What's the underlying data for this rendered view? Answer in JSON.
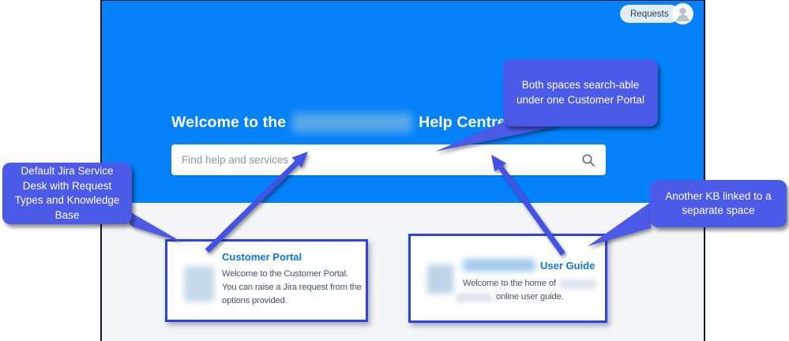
{
  "header": {
    "requests_button": "Requests",
    "welcome_prefix": "Welcome to the",
    "welcome_suffix": "Help Centre",
    "search_placeholder": "Find help and services"
  },
  "cards": {
    "customer_portal": {
      "title": "Customer Portal",
      "description": "Welcome to the Customer Portal.\nYou can raise a Jira request from the\noptions provided."
    },
    "user_guide": {
      "title": "User Guide",
      "description_line1": "Welcome to the home of",
      "description_line2": "online user guide."
    }
  },
  "annotations": {
    "left_callout": "Default Jira Service\nDesk with Request\nTypes and Knowledge\nBase",
    "top_callout": "Both spaces search-able\nunder one Customer Portal",
    "right_callout": "Another KB linked to a\nseparate space"
  },
  "icons": {
    "search": "magnifier-icon",
    "avatar": "person-icon"
  },
  "colors": {
    "header_blue": "#0582f9",
    "annotation_blue": "#4b5ae7",
    "arrow_blue": "#4252e4",
    "card_border": "#2e43de",
    "link_blue": "#0b76e0",
    "body_bg": "#f4f5f7"
  }
}
